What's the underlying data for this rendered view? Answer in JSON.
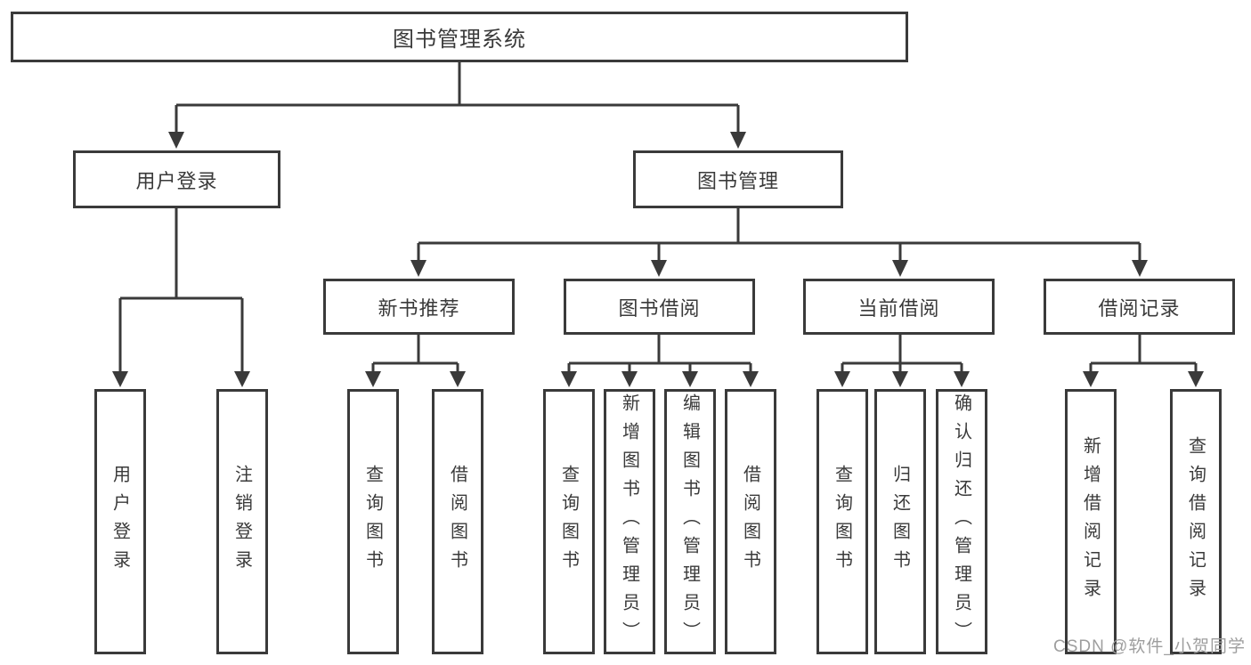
{
  "colors": {
    "line": "#3a3a3a",
    "text": "#3a3a3a",
    "box_bg": "#ffffff",
    "watermark": "#9e9e9e"
  },
  "tree": {
    "label": "图书管理系统",
    "children": [
      {
        "label": "用户登录",
        "children": [
          {
            "label": "用户登录"
          },
          {
            "label": "注销登录"
          }
        ]
      },
      {
        "label": "图书管理",
        "children": [
          {
            "label": "新书推荐",
            "children": [
              {
                "label": "查询图书"
              },
              {
                "label": "借阅图书"
              }
            ]
          },
          {
            "label": "图书借阅",
            "children": [
              {
                "label": "查询图书"
              },
              {
                "label": "新增图书（管理员）"
              },
              {
                "label": "编辑图书（管理员）"
              },
              {
                "label": "借阅图书"
              }
            ]
          },
          {
            "label": "当前借阅",
            "children": [
              {
                "label": "查询图书"
              },
              {
                "label": "归还图书"
              },
              {
                "label": "确认归还（管理员）"
              }
            ]
          },
          {
            "label": "借阅记录",
            "children": [
              {
                "label": "新增借阅记录"
              },
              {
                "label": "查询借阅记录"
              }
            ]
          }
        ]
      }
    ]
  },
  "watermark": {
    "text": "CSDN @软件_小贺同学"
  }
}
